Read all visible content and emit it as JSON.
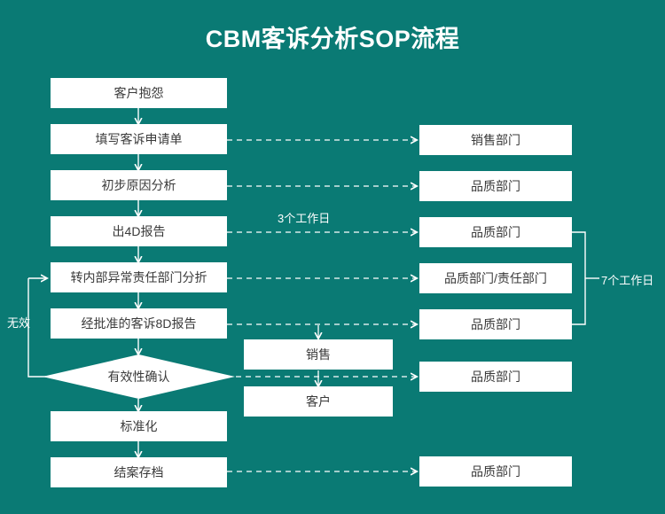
{
  "title": "CBM客诉分析SOP流程",
  "colors": {
    "background": "#0a7a74",
    "node_fill": "#ffffff",
    "node_text": "#3a3a3a",
    "connector": "#ffffff",
    "title_text": "#ffffff"
  },
  "flow": {
    "main_steps": [
      {
        "id": "step1",
        "label": "客户抱怨"
      },
      {
        "id": "step2",
        "label": "填写客诉申请单"
      },
      {
        "id": "step3",
        "label": "初步原因分析"
      },
      {
        "id": "step4",
        "label": "出4D报告"
      },
      {
        "id": "step5",
        "label": "转内部异常责任部门分折"
      },
      {
        "id": "step6",
        "label": "经批准的客诉8D报告"
      },
      {
        "id": "decision",
        "label": "有效性确认",
        "shape": "diamond"
      },
      {
        "id": "step7",
        "label": "标准化"
      },
      {
        "id": "step8",
        "label": "结案存档"
      }
    ],
    "middle_steps": [
      {
        "id": "mid1",
        "label": "销售"
      },
      {
        "id": "mid2",
        "label": "客户"
      }
    ],
    "responsible_departments": [
      {
        "id": "dept1",
        "label": "销售部门"
      },
      {
        "id": "dept2",
        "label": "品质部门"
      },
      {
        "id": "dept3",
        "label": "品质部门"
      },
      {
        "id": "dept4",
        "label": "品质部门/责任部门"
      },
      {
        "id": "dept5",
        "label": "品质部门"
      },
      {
        "id": "dept6",
        "label": "品质部门"
      },
      {
        "id": "dept7",
        "label": "品质部门"
      }
    ],
    "edge_labels": {
      "invalid_loop": "无效",
      "three_days": "3个工作日",
      "seven_days": "7个工作日"
    }
  }
}
